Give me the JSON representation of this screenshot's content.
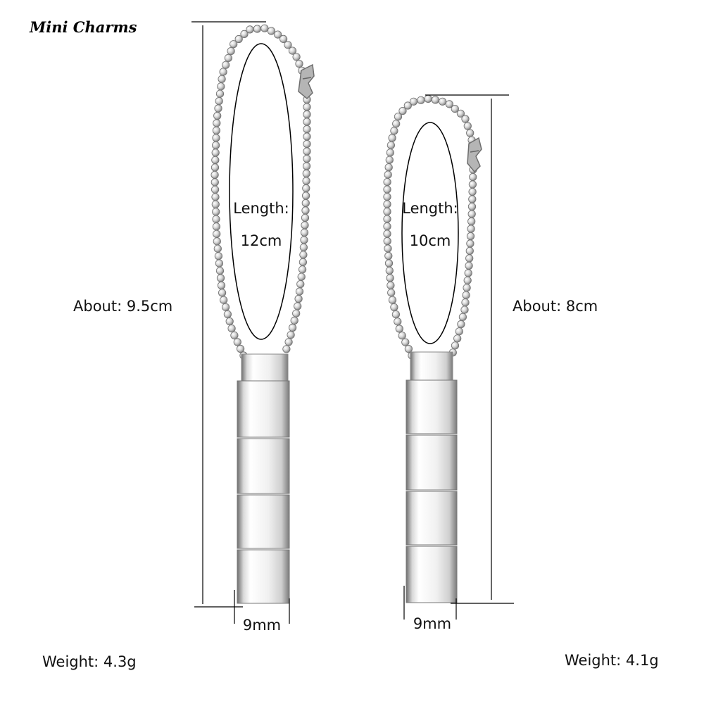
{
  "brand": "Mini Charms",
  "products": [
    {
      "name_label": "Length:",
      "length_value": "12cm",
      "height_label": "About: 9.5cm",
      "width_label": "9mm",
      "weight_label": "Weight: 4.3g"
    },
    {
      "name_label": "Length:",
      "length_value": "10cm",
      "height_label": "About: 8cm",
      "width_label": "9mm",
      "weight_label": "Weight: 4.1g"
    }
  ],
  "colors": {
    "background": "#ffffff",
    "line": "#000000",
    "metal": "#c8c8c8",
    "metal_dark": "#8a8a8a",
    "metal_light": "#f4f4f4"
  }
}
